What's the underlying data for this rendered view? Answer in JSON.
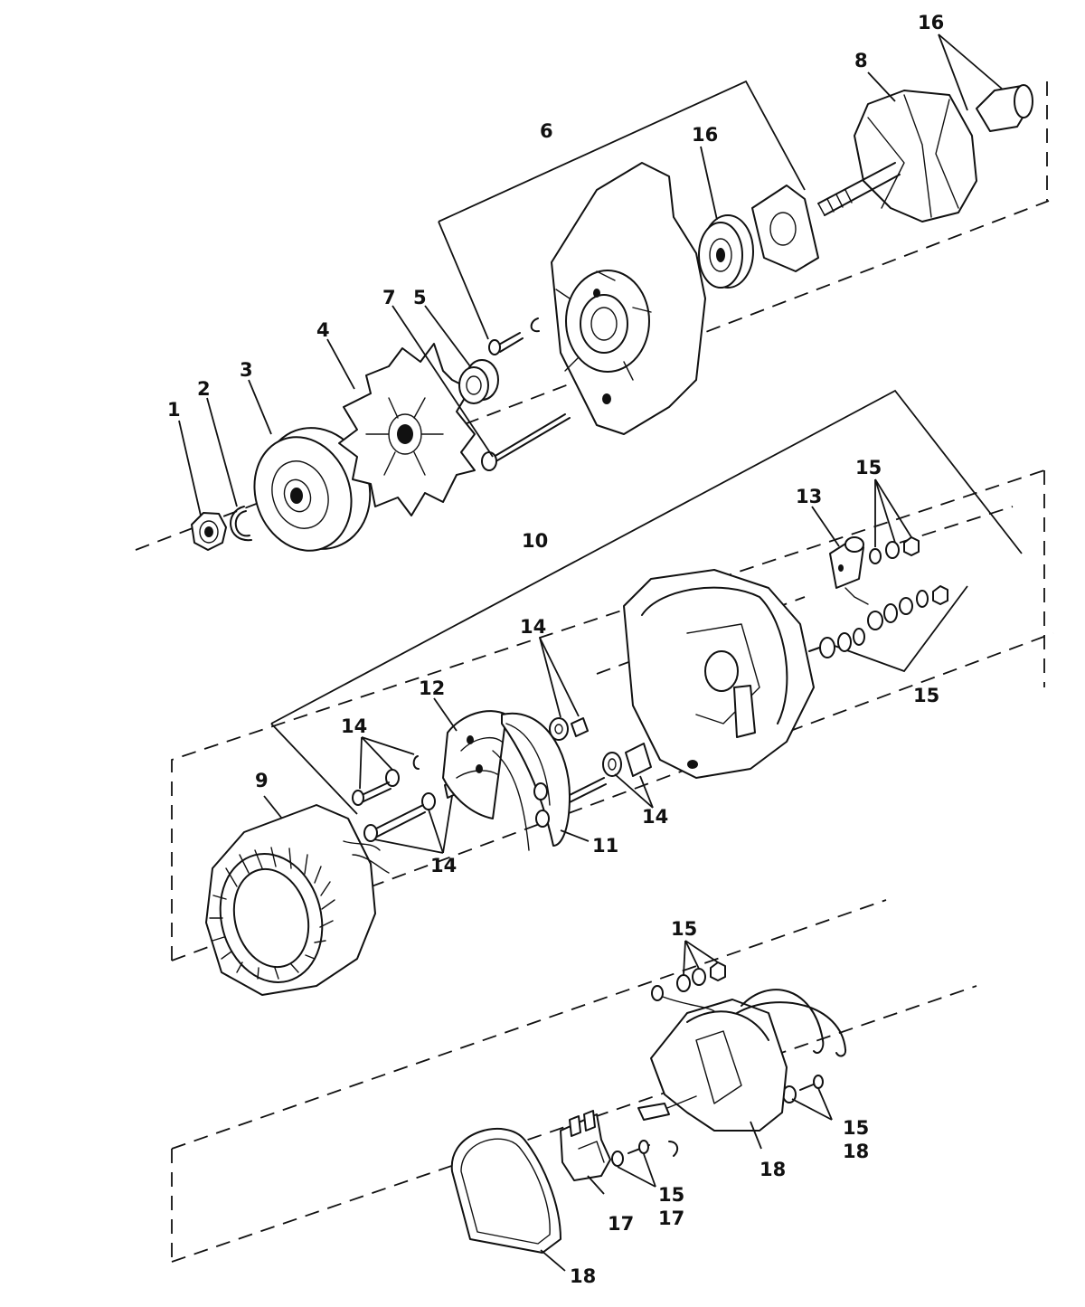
{
  "callouts": {
    "c1": "1",
    "c2": "2",
    "c3": "3",
    "c4": "4",
    "c5": "5",
    "c6": "6",
    "c7": "7",
    "c8": "8",
    "c9": "9",
    "c10": "10",
    "c11": "11",
    "c12": "12",
    "c13": "13",
    "c14a": "14",
    "c14b": "14",
    "c14c": "14",
    "c14d": "14",
    "c15a": "15",
    "c15b": "15",
    "c15c": "15",
    "c15d": "15",
    "c15e": "15",
    "c16a": "16",
    "c16b": "16",
    "c17a": "17",
    "c17b": "17",
    "c18a": "18",
    "c18b": "18",
    "c18c": "18"
  }
}
